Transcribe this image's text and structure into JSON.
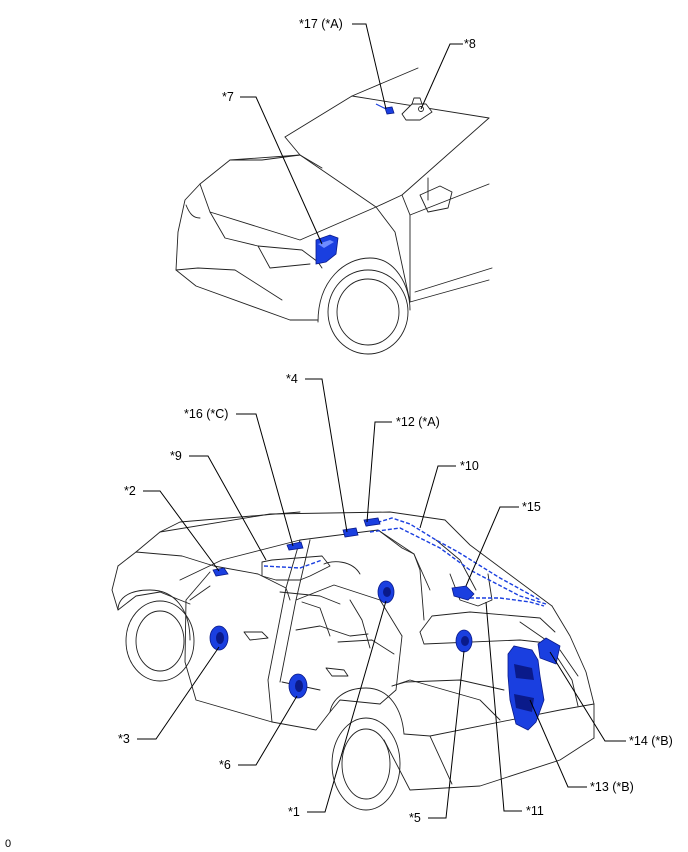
{
  "diagram": {
    "callouts": {
      "c1": "*1",
      "c2": "*2",
      "c3": "*3",
      "c4": "*4",
      "c5": "*5",
      "c6": "*6",
      "c7": "*7",
      "c8": "*8",
      "c9": "*9",
      "c10": "*10",
      "c11": "*11",
      "c12": "*12 (*A)",
      "c13": "*13 (*B)",
      "c14": "*14 (*B)",
      "c15": "*15",
      "c16": "*16 (*C)",
      "c17": "*17 (*A)"
    },
    "figure_id": "0",
    "colors": {
      "component": "#1a3fe0",
      "component_dark": "#0a1a8a",
      "line": "#222222"
    }
  }
}
